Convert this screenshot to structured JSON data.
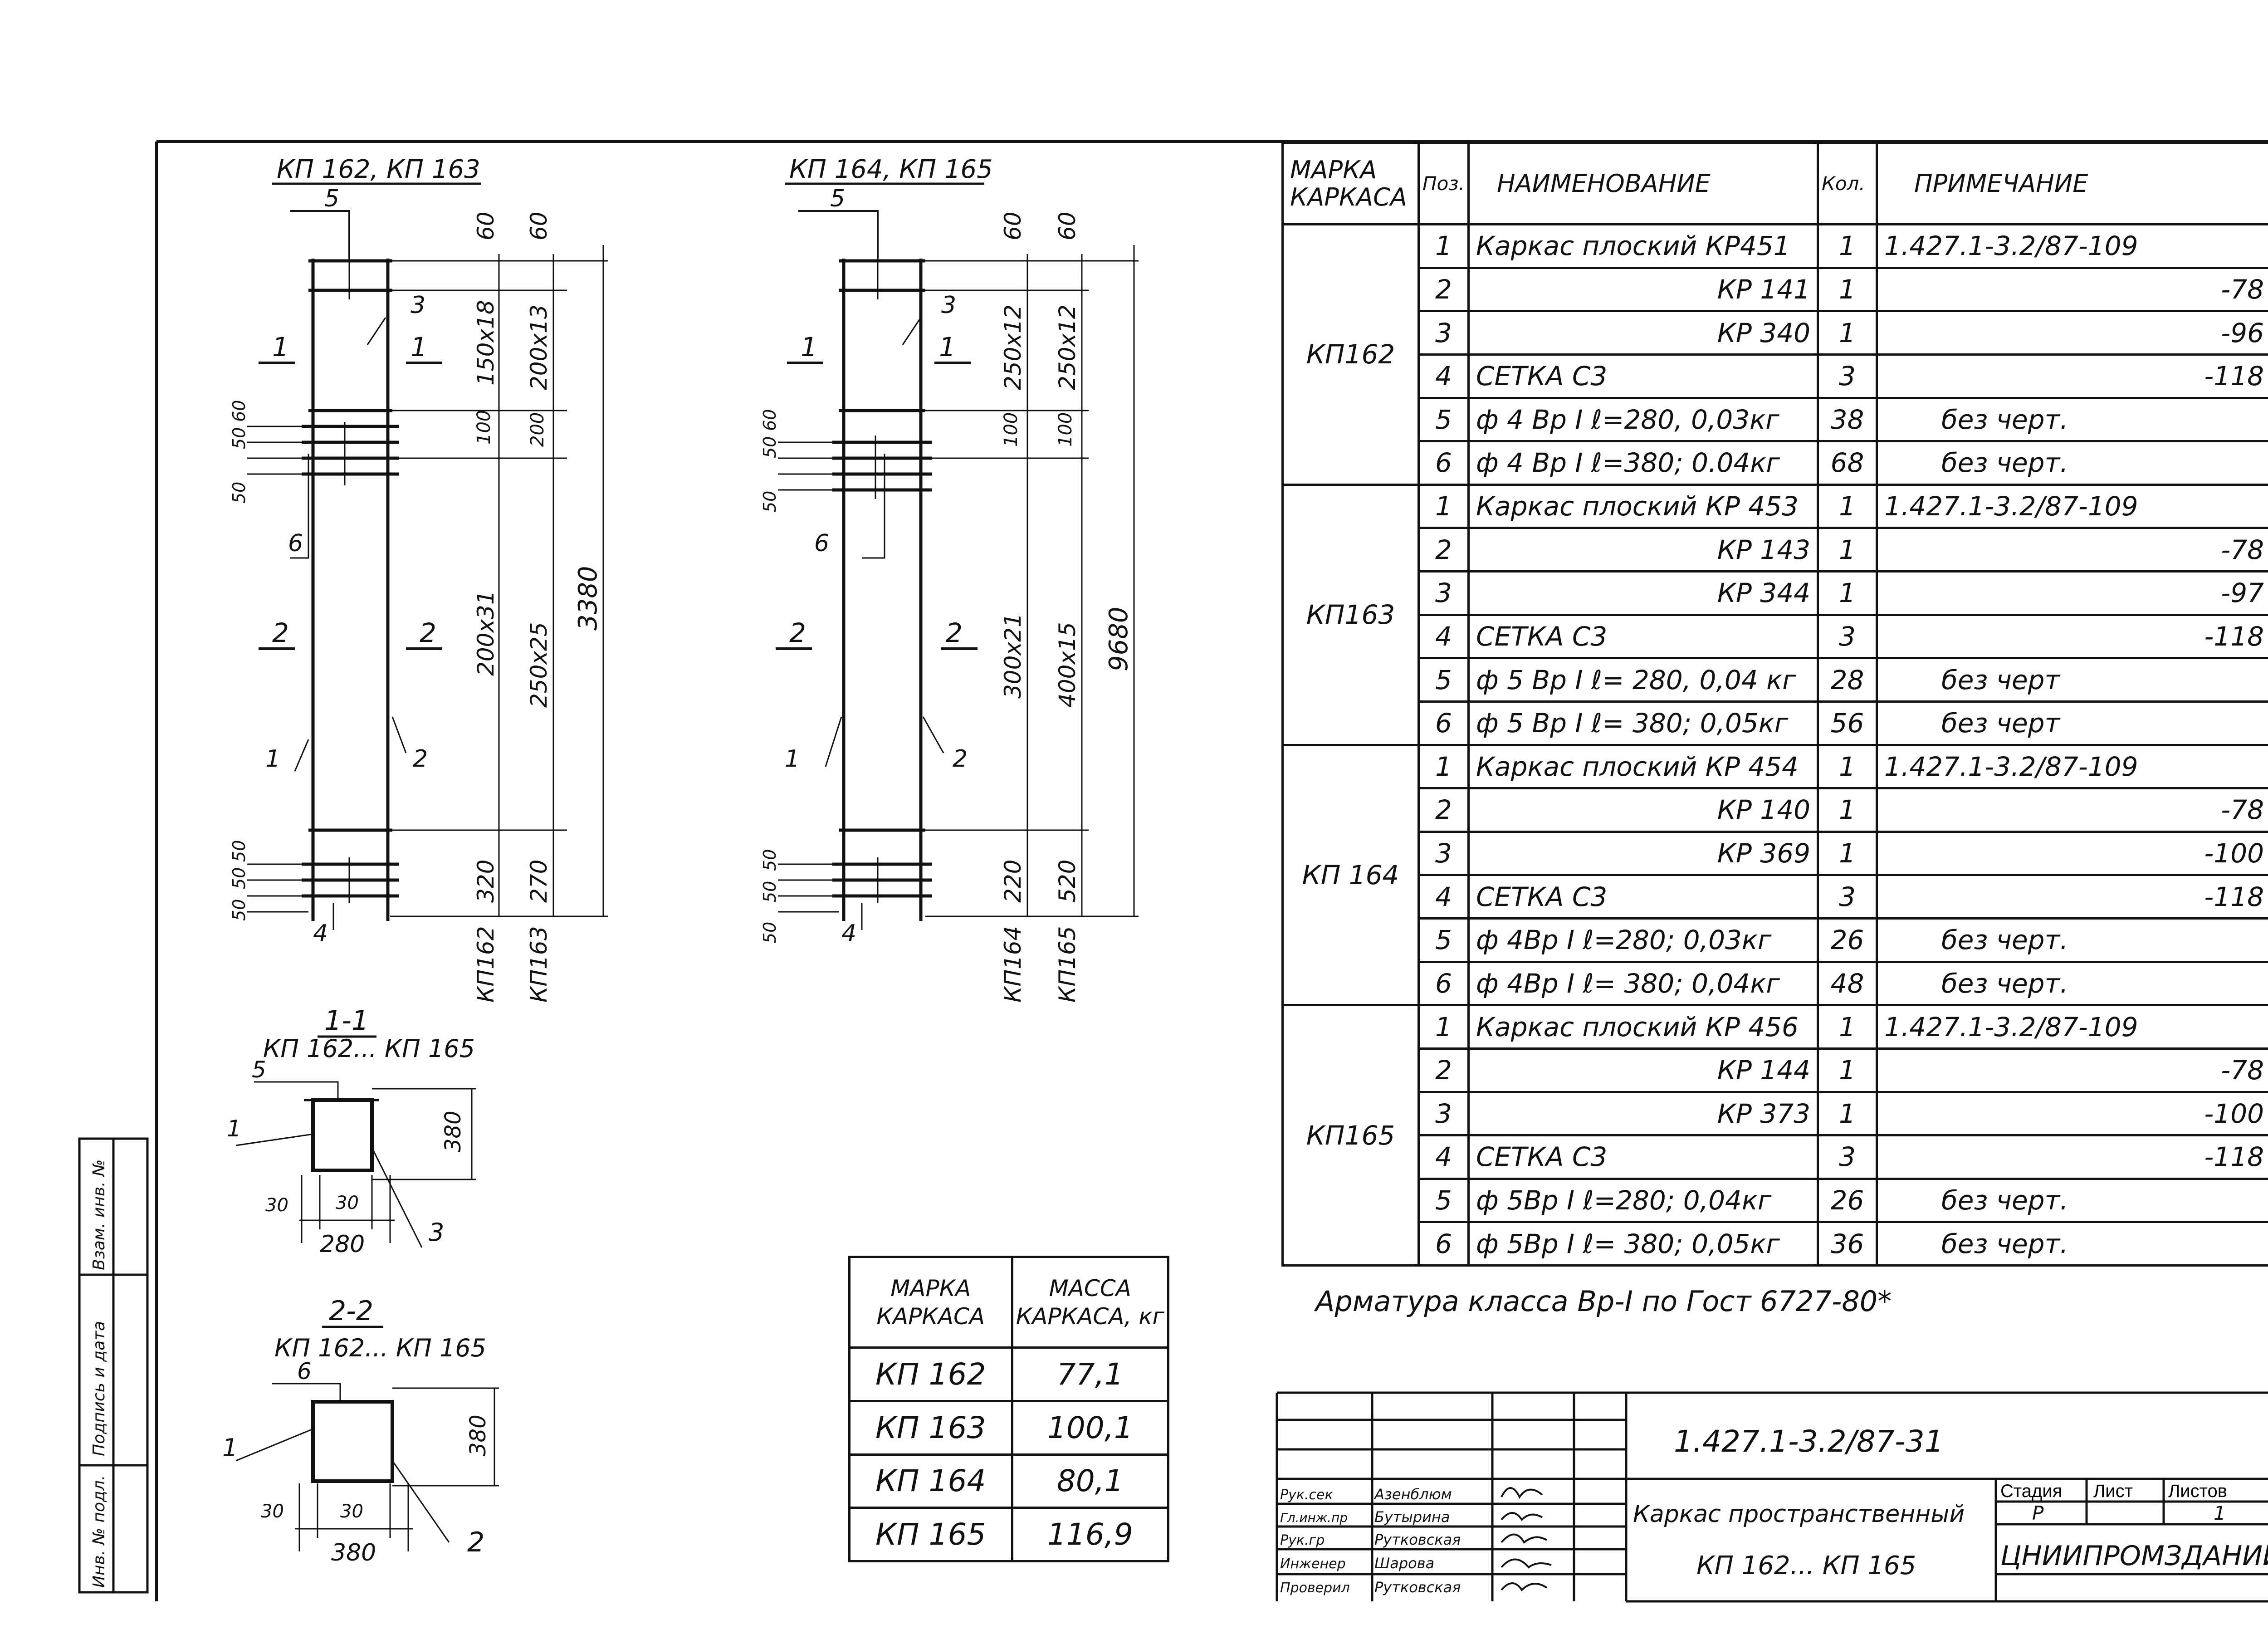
{
  "drawings": {
    "left_frame": {
      "title": "КП 162, КП 163",
      "labels": {
        "pos5": "5",
        "pos3": "3",
        "pos6": "6",
        "pos1": "1",
        "pos2": "2",
        "pos4": "4",
        "cut1a": "1",
        "cut1b": "1",
        "cut2a": "2",
        "cut2b": "2"
      },
      "dims_inner": [
        "60",
        "150x18",
        "100",
        "200x31",
        "320"
      ],
      "dims_outer": [
        "60",
        "200x13",
        "200",
        "250x25",
        "270"
      ],
      "dim_total": "3380",
      "left_spacing_top": [
        "50",
        "50",
        "60"
      ],
      "left_spacing_bottom": [
        "50",
        "50",
        "50"
      ],
      "bottom_tags": [
        "КП162",
        "КП163"
      ]
    },
    "right_frame": {
      "title": "КП 164, КП 165",
      "labels": {
        "pos5": "5",
        "pos3": "3",
        "pos6": "6",
        "pos1": "1",
        "pos2": "2",
        "pos4": "4",
        "cut1a": "1",
        "cut1b": "1",
        "cut2a": "2",
        "cut2b": "2"
      },
      "dims_inner": [
        "60",
        "250x12",
        "100",
        "300x21",
        "220"
      ],
      "dims_outer": [
        "60",
        "250x12",
        "100",
        "400x15",
        "520"
      ],
      "dim_total": "9680",
      "left_spacing_top": [
        "50",
        "50",
        "60"
      ],
      "left_spacing_bottom": [
        "50",
        "50",
        "50"
      ],
      "bottom_tags": [
        "КП164",
        "КП165"
      ]
    },
    "section_1": {
      "title": "1-1",
      "subtitle": "КП 162... КП 165",
      "labels": {
        "p5": "5",
        "p1": "1",
        "p3": "3"
      },
      "dim_height": "380",
      "dim_a": "30",
      "dim_b": "30",
      "dim_width": "280"
    },
    "section_2": {
      "title": "2-2",
      "subtitle": "КП 162... КП 165",
      "labels": {
        "p6": "6",
        "p1": "1",
        "p2": "2"
      },
      "dim_height": "380",
      "dim_a": "30",
      "dim_b": "30",
      "dim_width": "380"
    }
  },
  "spec_table": {
    "headers": {
      "mark": "МАРКА КАРКАСА",
      "pos": "Поз.",
      "name": "НАИМЕНОВАНИЕ",
      "qty": "Кол.",
      "note": "ПРИМЕЧАНИЕ"
    },
    "groups": [
      {
        "mark": "КП162",
        "rows": [
          {
            "pos": "1",
            "name": "Каркас плоский КР451",
            "qty": "1",
            "note": "1.427.1-3.2/87-109"
          },
          {
            "pos": "2",
            "name": "КР 141",
            "qty": "1",
            "note": "-78"
          },
          {
            "pos": "3",
            "name": "КР 340",
            "qty": "1",
            "note": "-96"
          },
          {
            "pos": "4",
            "name": "СЕТКА С3",
            "qty": "3",
            "note": "-118"
          },
          {
            "pos": "5",
            "name": "ф 4 Вр I ℓ=280, 0,03кг",
            "qty": "38",
            "note": "без черт."
          },
          {
            "pos": "6",
            "name": "ф 4 Вр I ℓ=380; 0.04кг",
            "qty": "68",
            "note": "без черт."
          }
        ]
      },
      {
        "mark": "КП163",
        "rows": [
          {
            "pos": "1",
            "name": "Каркас плоский КР 453",
            "qty": "1",
            "note": "1.427.1-3.2/87-109"
          },
          {
            "pos": "2",
            "name": "КР 143",
            "qty": "1",
            "note": "-78"
          },
          {
            "pos": "3",
            "name": "КР 344",
            "qty": "1",
            "note": "-97"
          },
          {
            "pos": "4",
            "name": "СЕТКА С3",
            "qty": "3",
            "note": "-118"
          },
          {
            "pos": "5",
            "name": "ф 5 Вр I ℓ= 280, 0,04 кг",
            "qty": "28",
            "note": "без черт"
          },
          {
            "pos": "6",
            "name": "ф 5 Вр I ℓ= 380; 0,05кг",
            "qty": "56",
            "note": "без черт"
          }
        ]
      },
      {
        "mark": "КП 164",
        "rows": [
          {
            "pos": "1",
            "name": "Каркас плоский КР 454",
            "qty": "1",
            "note": "1.427.1-3.2/87-109"
          },
          {
            "pos": "2",
            "name": "КР 140",
            "qty": "1",
            "note": "-78"
          },
          {
            "pos": "3",
            "name": "КР 369",
            "qty": "1",
            "note": "-100"
          },
          {
            "pos": "4",
            "name": "СЕТКА С3",
            "qty": "3",
            "note": "-118"
          },
          {
            "pos": "5",
            "name": "ф 4Вр I ℓ=280; 0,03кг",
            "qty": "26",
            "note": "без черт."
          },
          {
            "pos": "6",
            "name": "ф 4Вр I ℓ= 380; 0,04кг",
            "qty": "48",
            "note": "без черт."
          }
        ]
      },
      {
        "mark": "КП165",
        "rows": [
          {
            "pos": "1",
            "name": "Каркас плоский КР 456",
            "qty": "1",
            "note": "1.427.1-3.2/87-109"
          },
          {
            "pos": "2",
            "name": "КР 144",
            "qty": "1",
            "note": "-78"
          },
          {
            "pos": "3",
            "name": "КР 373",
            "qty": "1",
            "note": "-100"
          },
          {
            "pos": "4",
            "name": "СЕТКА С3",
            "qty": "3",
            "note": "-118"
          },
          {
            "pos": "5",
            "name": "ф 5Вр I ℓ=280; 0,04кг",
            "qty": "26",
            "note": "без черт."
          },
          {
            "pos": "6",
            "name": "ф 5Вр I ℓ= 380; 0,05кг",
            "qty": "36",
            "note": "без черт."
          }
        ]
      }
    ]
  },
  "note_rebar": "Арматура класса Вр-I по Гост 6727-80*",
  "mass_table": {
    "headers": {
      "mark": "МАРКА КАРКАСА",
      "mass": "МАССА КАРКАСА, кг"
    },
    "rows": [
      {
        "mark": "КП 162",
        "mass": "77,1"
      },
      {
        "mark": "КП 163",
        "mass": "100,1"
      },
      {
        "mark": "КП 164",
        "mass": "80,1"
      },
      {
        "mark": "КП 165",
        "mass": "116,9"
      }
    ]
  },
  "title_block": {
    "doc_code": "1.427.1-3.2/87-31",
    "title_line1": "Каркас пространственный",
    "title_line2": "КП 162... КП 165",
    "stage_label": "Стадия",
    "sheet_label": "Лист",
    "sheets_label": "Листов",
    "stage_value": "Р",
    "sheets_value": "1",
    "organization": "ЦНИИПРОМЗДАНИЙ",
    "roles": [
      {
        "role": "Рук.сек",
        "name": "Азенблюм"
      },
      {
        "role": "Гл.инж.пр",
        "name": "Бутырина"
      },
      {
        "role": "Рук.гр",
        "name": "Рутковская"
      },
      {
        "role": "Инженер",
        "name": "Шарова"
      },
      {
        "role": "Проверил",
        "name": "Рутковская"
      }
    ]
  },
  "side_stamp": {
    "inv_replace": "Взам. инв. №",
    "sign_date": "Подпись и дата",
    "inv_orig": "Инв. № подл."
  }
}
